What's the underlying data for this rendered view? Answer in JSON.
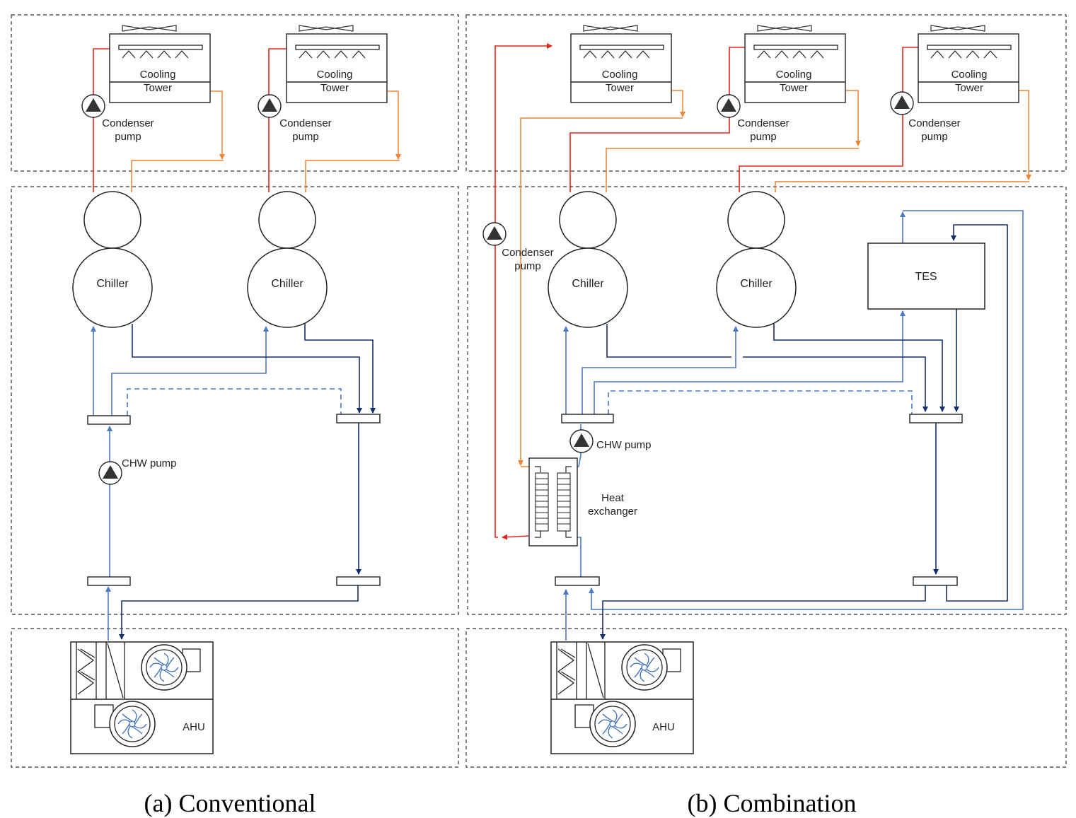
{
  "labels": {
    "cooling_tower_line1": "Cooling",
    "cooling_tower_line2": "Tower",
    "condenser_pump_line1": "Condenser",
    "condenser_pump_line2": "pump",
    "chiller": "Chiller",
    "chw_pump": "CHW pump",
    "ahu": "AHU",
    "tes": "TES",
    "heat_exchanger_line1": "Heat",
    "heat_exchanger_line2": "exchanger"
  },
  "captions": {
    "a": "(a) Conventional",
    "b": "(b) Combination"
  },
  "colors": {
    "condenser_supply": "#e8241b",
    "condenser_return": "#f08232",
    "chilled_supply": "#4a78c8",
    "chilled_return": "#14306e",
    "zone_border": "#333333"
  }
}
